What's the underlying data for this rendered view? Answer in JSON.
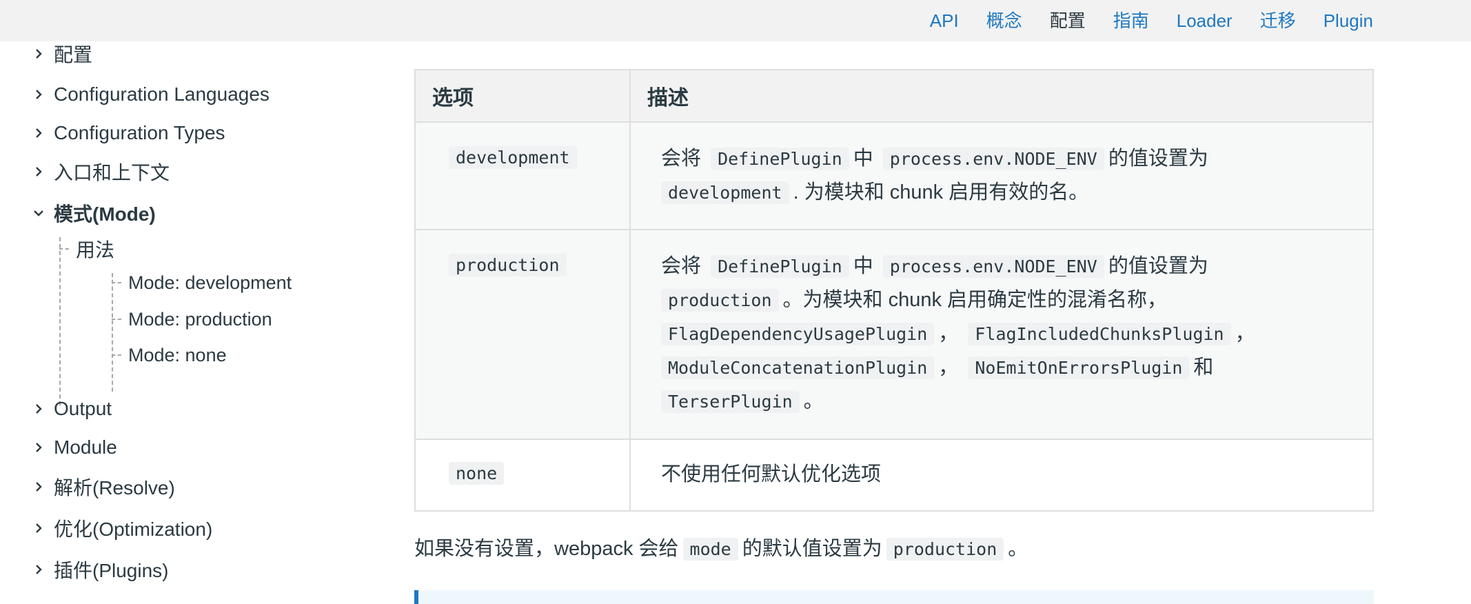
{
  "topnav": {
    "items": [
      {
        "label": "API",
        "active": false
      },
      {
        "label": "概念",
        "active": false
      },
      {
        "label": "配置",
        "active": true
      },
      {
        "label": "指南",
        "active": false
      },
      {
        "label": "Loader",
        "active": false
      },
      {
        "label": "迁移",
        "active": false
      },
      {
        "label": "Plugin",
        "active": false
      }
    ]
  },
  "sidebar": {
    "items": [
      {
        "label": "配置",
        "expanded": false
      },
      {
        "label": "Configuration Languages",
        "expanded": false
      },
      {
        "label": "Configuration Types",
        "expanded": false
      },
      {
        "label": "入口和上下文",
        "expanded": false
      },
      {
        "label": "模式(Mode)",
        "expanded": true
      },
      {
        "label": "Output",
        "expanded": false
      },
      {
        "label": "Module",
        "expanded": false
      },
      {
        "label": "解析(Resolve)",
        "expanded": false
      },
      {
        "label": "优化(Optimization)",
        "expanded": false
      },
      {
        "label": "插件(Plugins)",
        "expanded": false
      }
    ],
    "mode_children": {
      "usage": "用法",
      "subs": [
        "Mode: development",
        "Mode: production",
        "Mode: none"
      ]
    }
  },
  "table": {
    "headers": [
      "选项",
      "描述"
    ],
    "rows": [
      {
        "option": "development",
        "desc": {
          "t1": "会将",
          "c1": "DefinePlugin",
          "t2": "中",
          "c2": "process.env.NODE_ENV",
          "t3": "的值设置为",
          "c3": "development",
          "t4": ". 为模块和 chunk 启用有效的名。"
        }
      },
      {
        "option": "production",
        "desc": {
          "t1": "会将",
          "c1": "DefinePlugin",
          "t2": "中",
          "c2": "process.env.NODE_ENV",
          "t3": "的值设置为",
          "c3": "production",
          "t4": "。为模块和 chunk 启用确定性的混淆名称，",
          "c4": "FlagDependencyUsagePlugin",
          "t5": "，",
          "c5": "FlagIncludedChunksPlugin",
          "t6": "，",
          "c6": "ModuleConcatenationPlugin",
          "t7": "，",
          "c7": "NoEmitOnErrorsPlugin",
          "t8": "和",
          "c8": "TerserPlugin",
          "t9": "。"
        }
      },
      {
        "option": "none",
        "desc": {
          "t1": "不使用任何默认优化选项"
        }
      }
    ]
  },
  "footnote": {
    "t1": "如果没有设置，webpack 会给",
    "c1": "mode",
    "t2": "的默认值设置为",
    "c2": "production",
    "t3": "。"
  }
}
